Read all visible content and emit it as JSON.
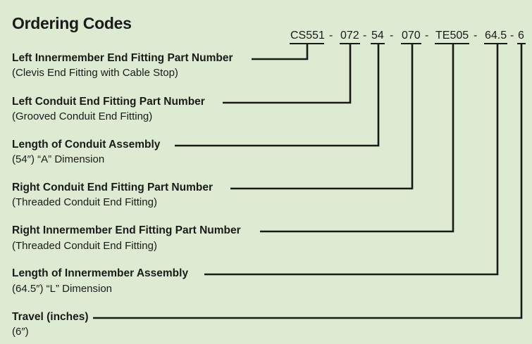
{
  "title": "Ordering Codes",
  "codes": [
    "CS551",
    "072",
    "54",
    "070",
    "TE505",
    "64.5",
    "6"
  ],
  "separators": [
    "-",
    "-",
    "-",
    "-",
    "-",
    "-"
  ],
  "items": [
    {
      "label": "Left Innermember End Fitting Part Number",
      "description": "(Clevis End Fitting with Cable Stop)"
    },
    {
      "label": "Left Conduit End Fitting Part Number",
      "description": "(Grooved Conduit End Fitting)"
    },
    {
      "label": "Length of Conduit Assembly",
      "description": "(54″) “A” Dimension"
    },
    {
      "label": "Right Conduit End Fitting Part Number",
      "description": "(Threaded Conduit End Fitting)"
    },
    {
      "label": "Right Innermember End Fitting Part Number",
      "description": "(Threaded Conduit End Fitting)"
    },
    {
      "label": "Length of Innermember Assembly",
      "description": "(64.5″) “L” Dimension"
    },
    {
      "label": "Travel (inches)",
      "description": "(6″)"
    }
  ],
  "colors": {
    "background": "#dcebd2",
    "line": "#1a1a1a"
  }
}
